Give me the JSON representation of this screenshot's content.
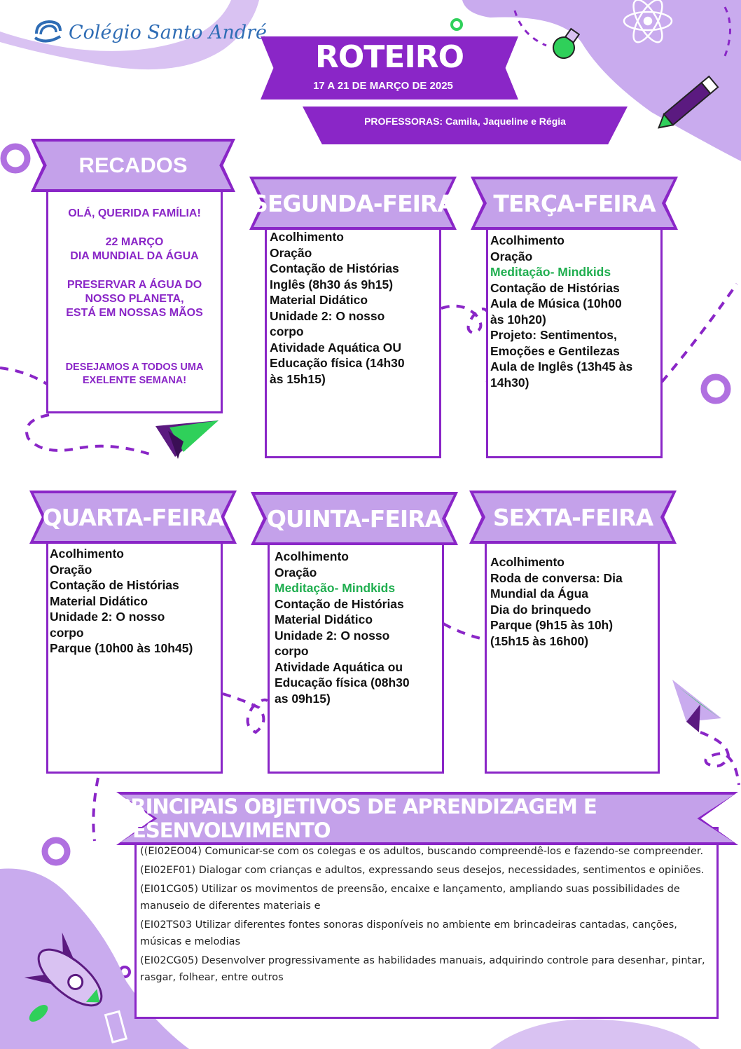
{
  "header": {
    "school_name": "Colégio Santo André",
    "title": "ROTEIRO",
    "date_range": "17 A 21 DE MARÇO DE 2025",
    "teachers": "PROFESSORAS: Camila, Jaqueline e Régia"
  },
  "recados": {
    "title": "RECADOS",
    "greeting": "OLÁ, QUERIDA FAMÍLIA!",
    "date_line1": "22 MARÇO",
    "date_line2": "DIA MUNDIAL DA ÁGUA",
    "msg_line1": "PRESERVAR A ÁGUA DO",
    "msg_line2": "NOSSO PLANETA,",
    "msg_line3": "ESTÁ EM NOSSAS MÃOS",
    "wish_line1": "DESEJAMOS A TODOS UMA",
    "wish_line2": "EXELENTE SEMANA!"
  },
  "days": {
    "monday": {
      "title": "SEGUNDA-FEIRA",
      "items": [
        "Acolhimento",
        "Oração",
        "Contação de Histórias",
        "Inglês (8h30 ás 9h15)",
        "Material Didático",
        "Unidade 2: O nosso",
        "corpo",
        "Atividade Aquática OU",
        "Educação física (14h30",
        "às 15h15)"
      ]
    },
    "tuesday": {
      "title": "TERÇA-FEIRA",
      "items": [
        "Acolhimento",
        "Oração",
        "Meditação- Mindkids",
        "Contação de Histórias",
        "Aula de Música (10h00",
        "às 10h20)",
        "Projeto: Sentimentos,",
        "Emoções e Gentilezas",
        "Aula de Inglês (13h45 às",
        "14h30)"
      ]
    },
    "wednesday": {
      "title": "QUARTA-FEIRA",
      "items": [
        "Acolhimento",
        "Oração",
        "Contação de Histórias",
        "Material Didático",
        "Unidade 2: O nosso",
        "corpo",
        "Parque (10h00 às 10h45)"
      ]
    },
    "thursday": {
      "title": "QUINTA-FEIRA",
      "items": [
        "Acolhimento",
        "Oração",
        "Meditação- Mindkids",
        "Contação de Histórias",
        "Material Didático",
        "Unidade 2: O nosso",
        "corpo",
        "Atividade Aquática ou",
        "Educação física (08h30",
        "as 09h15)"
      ]
    },
    "friday": {
      "title": "SEXTA-FEIRA",
      "items": [
        "Acolhimento",
        "Roda de conversa: Dia",
        "Mundial da Água",
        "Dia do brinquedo",
        "Parque (9h15 às 10h)",
        "(15h15 às 16h00)"
      ]
    }
  },
  "objectives": {
    "title": "PRINCIPAIS OBJETIVOS DE APRENDIZAGEM E DESENVOLVIMENTO",
    "items": [
      "((EI02EO04) Comunicar-se com os colegas e os adultos, buscando compreendê-los e fazendo-se compreender.",
      "(EI02EF01) Dialogar com crianças e adultos, expressando seus desejos, necessidades, sentimentos e opiniões.",
      "(EI01CG05) Utilizar os movimentos de preensão, encaixe e lançamento, ampliando suas possibilidades de manuseio de diferentes materiais e",
      "(EI02TS03 Utilizar diferentes fontes sonoras disponíveis no ambiente em brincadeiras cantadas, canções, músicas e melodias",
      "(EI02CG05) Desenvolver progressivamente as habilidades manuais, adquirindo controle para desenhar, pintar, rasgar, folhear, entre outros"
    ]
  },
  "colors": {
    "purple": "#8a26c7",
    "lilac": "#c4a1ea",
    "green": "#1fae4f",
    "logo_blue": "#2f6db5"
  }
}
